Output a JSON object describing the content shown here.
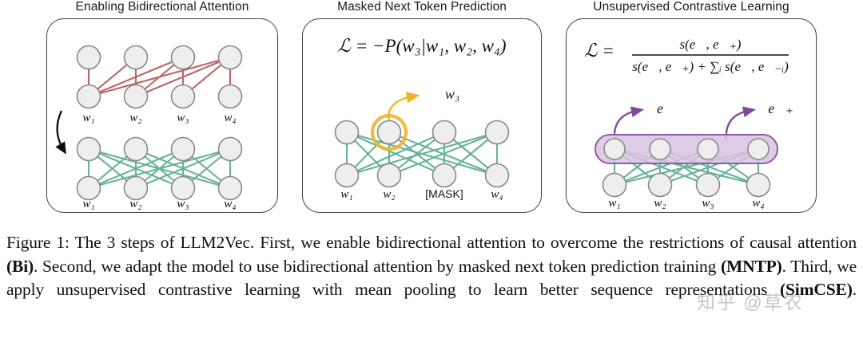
{
  "figure": {
    "panels": [
      {
        "id": "bi",
        "title": "Enabling Bidirectional Attention",
        "top_graph": {
          "kind": "causal-attention",
          "edge_color": "#b5585c",
          "labels": [
            "w₁",
            "w₂",
            "w₃",
            "w₄"
          ]
        },
        "transition_icon": "curved-down-arrow",
        "bottom_graph": {
          "kind": "bidirectional-attention",
          "edge_color": "#5fae96",
          "labels": [
            "w₁",
            "w₂",
            "w₃",
            "w₄"
          ]
        }
      },
      {
        "id": "mntp",
        "title": "Masked Next Token Prediction",
        "formula": "ℒ = −P(w₃|w₁, w₂, w₄)",
        "prediction_label": "w₃",
        "highlight_color": "#f0b429",
        "graph": {
          "kind": "bidirectional-attention",
          "edge_color": "#5fae96",
          "labels": [
            "w₁",
            "w₂",
            "[MASK]",
            "w₄"
          ],
          "highlighted_node_index": 1
        }
      },
      {
        "id": "simcse",
        "title": "Unsupervised Contrastive Learning",
        "formula_numerator": "s(e⃗, e⃗₊)",
        "formula_denominator": "s(e⃗, e⃗₊) + ∑ᵢ s(e⃗, e⃗₋ᵢ)",
        "formula_lhs": "ℒ =",
        "pool_color": "#d9c2e0",
        "pool_border_color": "#8d5fa8",
        "embedding_labels": [
          "e⃗",
          "e⃗₊"
        ],
        "graph": {
          "kind": "bidirectional-attention",
          "edge_color": "#5fae96",
          "labels": [
            "w₁",
            "w₂",
            "w₃",
            "w₄"
          ]
        }
      }
    ],
    "caption": {
      "prefix": "Figure 1:",
      "segments": [
        {
          "text": " The 3 steps of LLM2Vec.  First, we enable bidirectional attention to overcome the restrictions of causal attention ",
          "bold": false
        },
        {
          "text": "(Bi)",
          "bold": true
        },
        {
          "text": ". Second, we adapt the model to use bidirectional attention by masked next token prediction training ",
          "bold": false
        },
        {
          "text": "(MNTP)",
          "bold": true
        },
        {
          "text": ". Third, we apply unsupervised contrastive learning with mean pooling to learn better sequence representations ",
          "bold": false
        },
        {
          "text": "(SimCSE)",
          "bold": true
        },
        {
          "text": ".",
          "bold": false
        }
      ]
    },
    "watermark": "知乎 @草农"
  },
  "colors": {
    "node_fill": "#eeeeee",
    "node_stroke": "#8a8a8a",
    "causal_edge": "#b5585c",
    "bidir_edge": "#5fae96",
    "highlight": "#f0b429",
    "pool_fill": "#d9c2e0",
    "pool_stroke": "#8d5fa8",
    "arrow_purple": "#7d4a9e",
    "panel_border": "#3f3f3f",
    "text": "#111111"
  }
}
